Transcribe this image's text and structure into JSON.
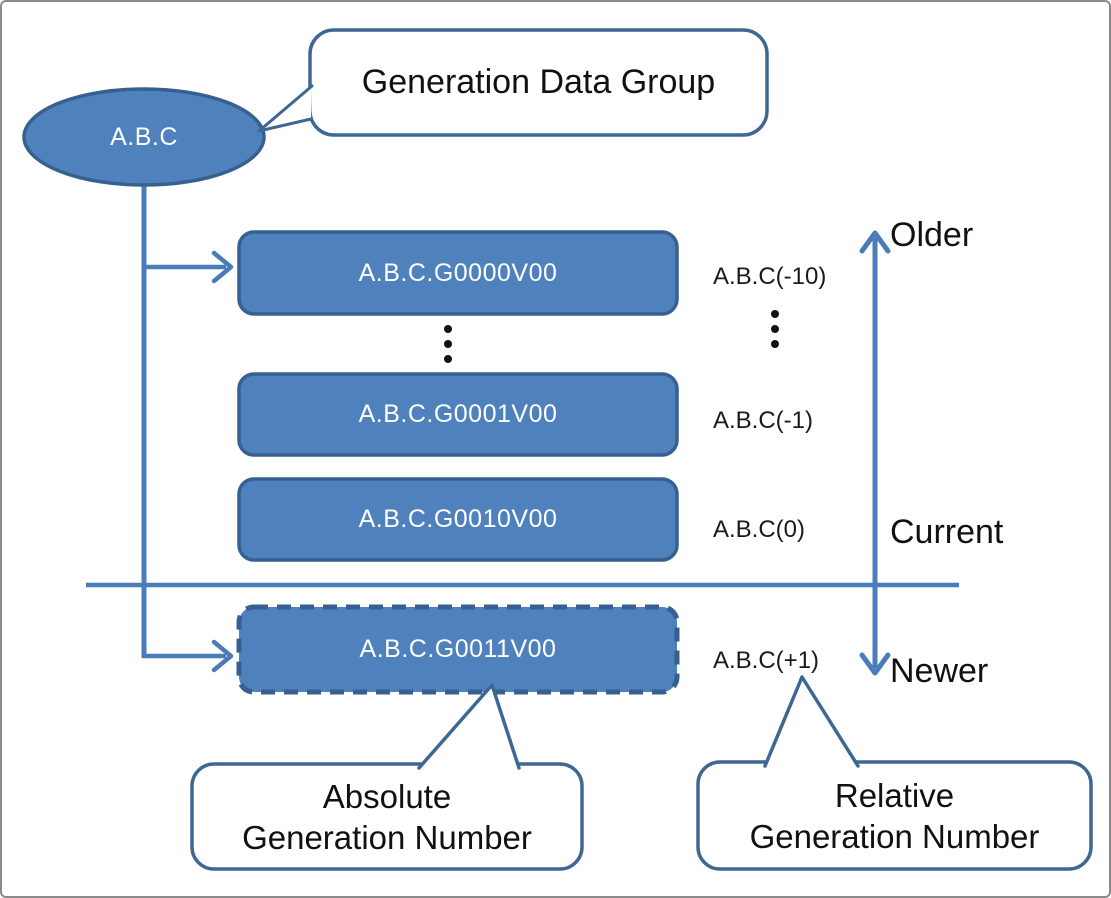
{
  "diagram": {
    "base": {
      "label": "A.B.C"
    },
    "callout_top": {
      "text": "Generation Data Group"
    },
    "callout_absolute": {
      "line1": "Absolute",
      "line2": "Generation Number"
    },
    "callout_relative": {
      "line1": "Relative",
      "line2": "Generation Number"
    },
    "generations": [
      {
        "dataset": "A.B.C.G0000V00",
        "relative": "A.B.C(-10)"
      },
      {
        "dataset": "A.B.C.G0001V00",
        "relative": "A.B.C(-1)"
      },
      {
        "dataset": "A.B.C.G0010V00",
        "relative": "A.B.C(0)"
      },
      {
        "dataset": "A.B.C.G0011V00",
        "relative": "A.B.C(+1)"
      }
    ],
    "timeline": {
      "older": "Older",
      "current": "Current",
      "newer": "Newer"
    },
    "colors": {
      "shape_fill": "#4F81BD",
      "shape_border": "#36608F",
      "connector": "#4A7CBA",
      "callout_border": "#3E6793",
      "shape_text": "#FFFFFF",
      "text": "#1A1A1A"
    },
    "icons": {
      "vertical_ellipsis": "vertical-ellipsis-dots",
      "right_arrowhead": "open-chevron-right",
      "up_arrowhead": "open-chevron-up",
      "down_arrowhead": "open-chevron-down"
    }
  }
}
